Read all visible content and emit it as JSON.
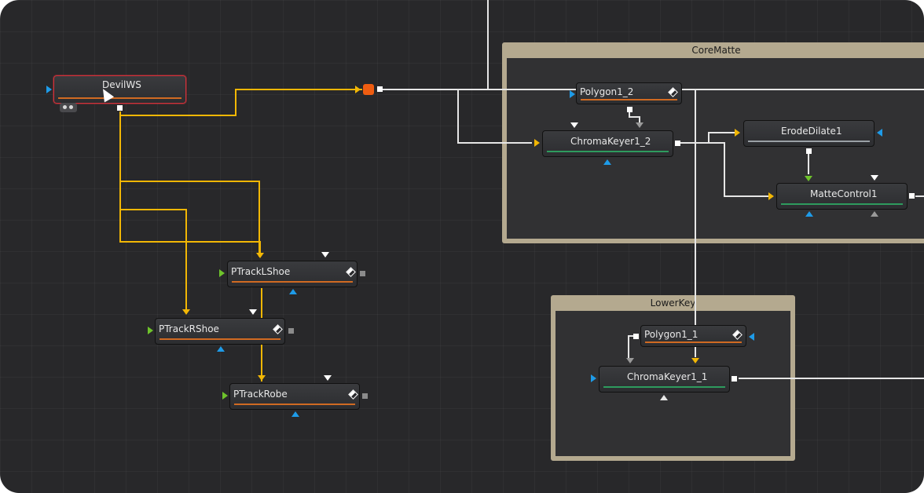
{
  "groups": {
    "core_matte": {
      "title": "CoreMatte"
    },
    "lower_key": {
      "title": "LowerKey"
    }
  },
  "nodes": {
    "devilws": {
      "label": "DevilWS"
    },
    "polygon1_2": {
      "label": "Polygon1_2"
    },
    "chromakeyer1_2": {
      "label": "ChromaKeyer1_2"
    },
    "erodedilate1": {
      "label": "ErodeDilate1"
    },
    "mattecontrol1": {
      "label": "MatteControl1"
    },
    "ptracklshoe": {
      "label": "PTrackLShoe"
    },
    "ptrackrshoe": {
      "label": "PTrackRShoe"
    },
    "ptrackrobe": {
      "label": "PTrackRobe"
    },
    "polygon1_1": {
      "label": "Polygon1_1"
    },
    "chromakeyer1_1": {
      "label": "ChromaKeyer1_1"
    }
  },
  "colors": {
    "background": "#28282a",
    "selected_outline": "#d0313a",
    "wire_yellow": "#f2b705",
    "wire_white": "#e6e6e6",
    "input_blue": "#1e9be8",
    "input_green": "#6ec32b",
    "input_yellow": "#f2b705",
    "output_orange": "#ef5d11",
    "group_frame": "#b4a98f"
  },
  "icons": {
    "input": "triangle",
    "output": "square",
    "version": "half-diamond",
    "view": "two-dots"
  }
}
